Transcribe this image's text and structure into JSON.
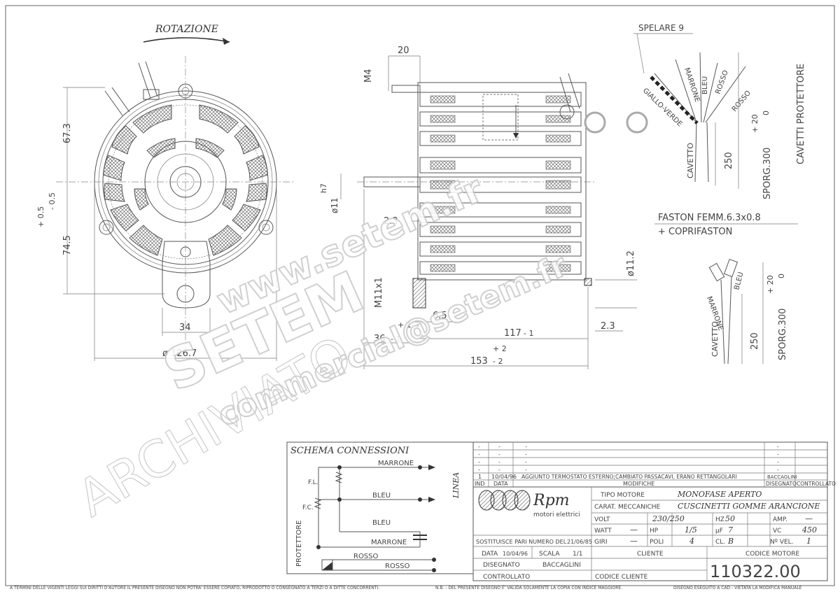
{
  "drawing": {
    "rotation_label": "ROTAZIONE",
    "front_dims": {
      "h_top": "67.3",
      "h_bottom": "74.5",
      "tol_plus": "+ 0.5",
      "tol_minus": "- 0.5",
      "width_34": "34",
      "diameter": "ø 126.7"
    },
    "side_dims": {
      "d20": "20",
      "m4": "M4",
      "h7": "h7",
      "d11": "ø11",
      "d23_top": "2.3",
      "m11": "M11x1",
      "d65": "6.5",
      "d36": "36",
      "d36_tol": "- 1",
      "d36_tol2": "+ 1",
      "d117": "117",
      "d117_tol": "- 1",
      "d2_plus": "+ 2",
      "d153": "153",
      "d153_tol": "- 2",
      "d23_bottom": "2.3",
      "d112": "ø11.2"
    },
    "cables_top": {
      "spelare": "SPELARE 9",
      "giallo_verde": "GIALLO-VERDE",
      "marrone": "MARRONE",
      "bleu": "BLEU",
      "rosso1": "ROSSO",
      "rosso2": "ROSSO",
      "cavetto": "CAVETTO",
      "len250": "250",
      "sporg": "SPORG.300",
      "sporg_tol": "+ 20",
      "sporg_tol0": "0",
      "protettore": "CAVETTI PROTETTORE"
    },
    "cables_bottom": {
      "faston": "FASTON FEMM.6.3x0.8",
      "coprifaston": "+ COPRIFASTON",
      "marrone": "MARRONE",
      "bleu": "BLEU",
      "cavetto": "CAVETTO",
      "len250": "250",
      "sporg": "SPORG.300",
      "sporg_tol": "+ 20",
      "sporg_tol0": "0"
    }
  },
  "watermark": {
    "line1": "www.setem.fr",
    "line2": "SETEM",
    "line3": "commercial@setem.fr",
    "archive": "ARCHIVIATO"
  },
  "schema": {
    "title": "SCHEMA CONNESSIONI",
    "linea": "LINEA",
    "fl": "F.L.",
    "fc": "F.C.",
    "protettore": "PROTETTORE",
    "wires": [
      "MARRONE",
      "BLEU",
      "BLEU",
      "MARRONE",
      "ROSSO",
      "ROSSO"
    ]
  },
  "revisions": {
    "rows": [
      {
        "ind": "-",
        "data": "-",
        "mod": "-",
        "dis": "-"
      },
      {
        "ind": "-",
        "data": "-",
        "mod": "-",
        "dis": "-"
      },
      {
        "ind": "-",
        "data": "-",
        "mod": "-",
        "dis": "-"
      },
      {
        "ind": "-",
        "data": "-",
        "mod": "-",
        "dis": "-"
      },
      {
        "ind": "1",
        "data": "10/04/96",
        "mod": "AGGIUNTO TERMOSTATO ESTERNO;CAMBIATO PASSACAVI, ERANO RETTANGOLARI",
        "dis": "BACCAGLINI"
      }
    ],
    "header": {
      "ind": "IND",
      "data": "DATA",
      "mod": "MODIFICHE",
      "dis": "DISEGNATO",
      "ctrl": "CONTROLLATO"
    }
  },
  "titleblock": {
    "logo_text": "Rpm",
    "logo_sub": "motori elettrici",
    "tipo_label": "TIPO MOTORE",
    "tipo_value": "MONOFASE APERTO",
    "carat_label": "CARAT. MECCANICHE",
    "carat_value": "CUSCINETTI GOMME ARANCIONE",
    "volt_label": "VOLT",
    "volt_value": "230/250",
    "hz_label": "HZ",
    "hz_value": "50",
    "amp_label": "AMP.",
    "amp_value": "—",
    "watt_label": "WATT",
    "watt_value": "—",
    "hp_label": "HP",
    "hp_value": "1/5",
    "uf_label": "µF",
    "uf_value": "7",
    "vc_label": "VC",
    "vc_value": "450",
    "giri_label": "GIRI",
    "giri_value": "—",
    "poli_label": "POLI",
    "poli_value": "4",
    "cl_label": "CL.",
    "cl_value": "B",
    "nvel_label": "Nº VEL.",
    "nvel_value": "1",
    "sostituisce": "SOSTITUISCE PARI NUMERO DEL",
    "sostituisce_date": "21/06/85",
    "data_label": "DATA",
    "data_value": "10/04/96",
    "scala_label": "SCALA",
    "scala_value": "1/1",
    "disegnato_label": "DISEGNATO",
    "disegnato_value": "BACCAGLINI",
    "controllato_label": "CONTROLLATO",
    "cliente_label": "CLIENTE",
    "codice_cliente_label": "CODICE CLIENTE",
    "codice_motore_label": "CODICE MOTORE",
    "codice_motore_value": "110322.00"
  },
  "footer": {
    "left": "A TERMINI DELLE VIGENTI LEGGI SUI DIRITTI D'AUTORE IL PRESENTE DISEGNO NON POTRA' ESSERE COPIATO, RIPRODOTTO O CONSEGNATO A TERZI O A DITTE CONCORRENTI.",
    "mid": "N.B. - DEL PRESENTE DISEGNO E' VALIDA SOLAMENTE LA COPIA CON INDICE MAGGIORE.",
    "right": "DISEGNO ESEGUITO A CAD - VIETATA LA MODIFICA MANUALE"
  }
}
